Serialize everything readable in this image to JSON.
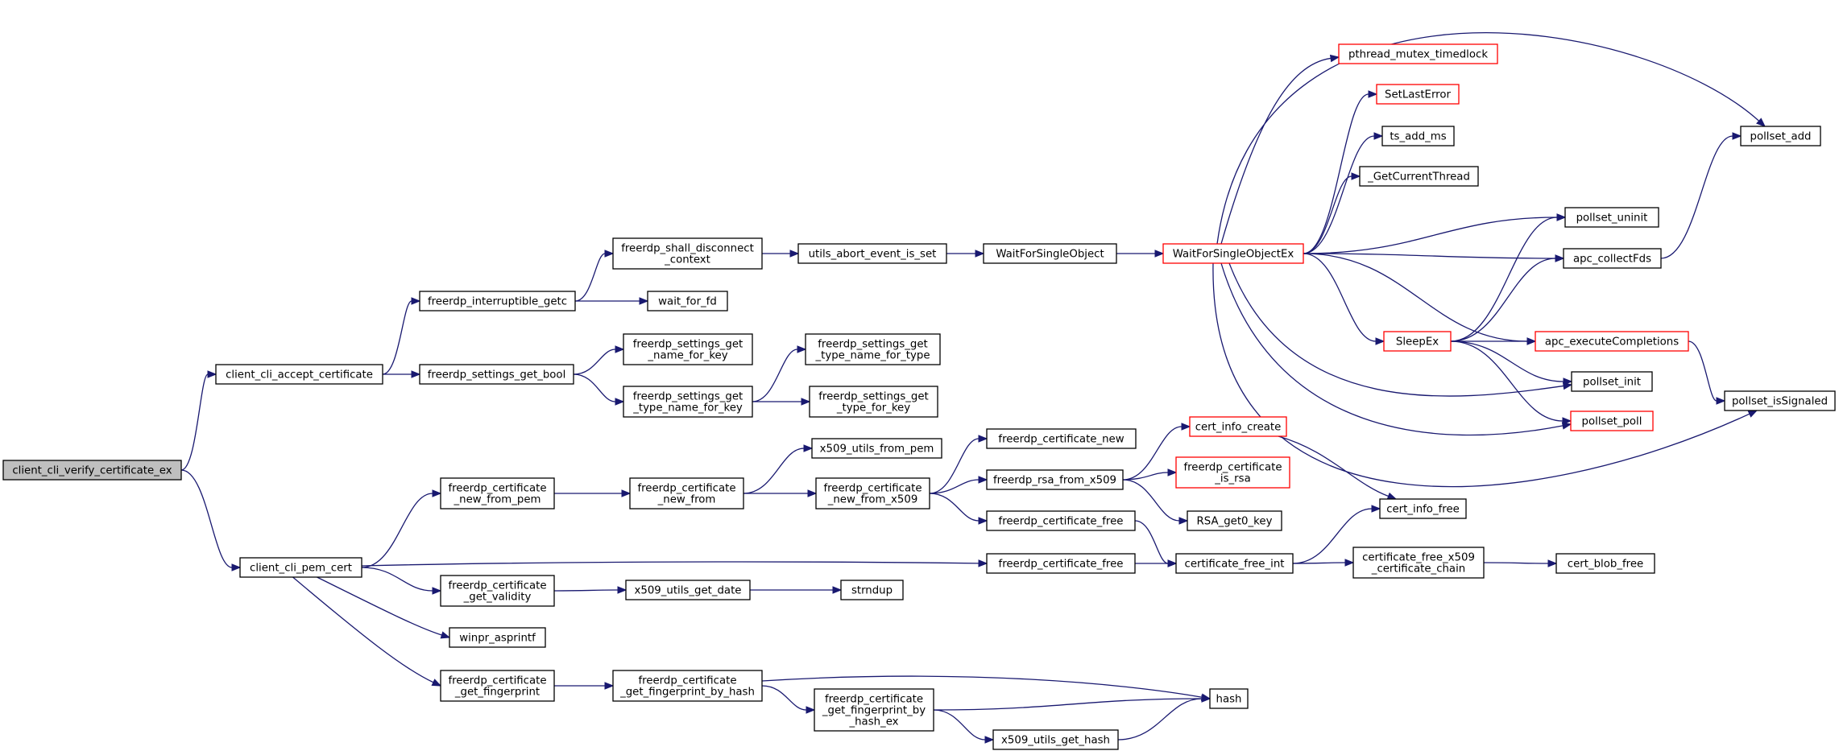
{
  "graph": {
    "title": "",
    "colors": {
      "edge": "#191970",
      "node_border": "#000000",
      "red_border": "#ff0000",
      "root_fill": "#bfbfbf"
    },
    "nodes": {
      "client_cli_verify_certificate_ex": {
        "label": [
          "client_cli_verify_certificate_ex"
        ],
        "style": "root"
      },
      "client_cli_accept_certificate": {
        "label": [
          "client_cli_accept_certificate"
        ]
      },
      "client_cli_pem_cert": {
        "label": [
          "client_cli_pem_cert"
        ]
      },
      "freerdp_interruptible_getc": {
        "label": [
          "freerdp_interruptible_getc"
        ]
      },
      "freerdp_settings_get_bool": {
        "label": [
          "freerdp_settings_get_bool"
        ]
      },
      "freerdp_shall_disconnect_context": {
        "label": [
          "freerdp_shall_disconnect",
          "_context"
        ]
      },
      "wait_for_fd": {
        "label": [
          "wait_for_fd"
        ]
      },
      "utils_abort_event_is_set": {
        "label": [
          "utils_abort_event_is_set"
        ]
      },
      "WaitForSingleObject": {
        "label": [
          "WaitForSingleObject"
        ]
      },
      "WaitForSingleObjectEx": {
        "label": [
          "WaitForSingleObjectEx"
        ],
        "style": "red"
      },
      "pthread_mutex_timedlock": {
        "label": [
          "pthread_mutex_timedlock"
        ],
        "style": "red"
      },
      "SetLastError": {
        "label": [
          "SetLastError"
        ],
        "style": "red"
      },
      "ts_add_ms": {
        "label": [
          "ts_add_ms"
        ]
      },
      "_GetCurrentThread": {
        "label": [
          "_GetCurrentThread"
        ]
      },
      "pollset_uninit": {
        "label": [
          "pollset_uninit"
        ]
      },
      "apc_collectFds": {
        "label": [
          "apc_collectFds"
        ]
      },
      "SleepEx": {
        "label": [
          "SleepEx"
        ],
        "style": "red"
      },
      "apc_executeCompletions": {
        "label": [
          "apc_executeCompletions"
        ],
        "style": "red"
      },
      "pollset_init": {
        "label": [
          "pollset_init"
        ]
      },
      "pollset_poll": {
        "label": [
          "pollset_poll"
        ],
        "style": "red"
      },
      "pollset_add": {
        "label": [
          "pollset_add"
        ]
      },
      "pollset_isSignaled": {
        "label": [
          "pollset_isSignaled"
        ]
      },
      "freerdp_settings_get_name_for_key": {
        "label": [
          "freerdp_settings_get",
          "_name_for_key"
        ]
      },
      "freerdp_settings_get_type_name_for_key": {
        "label": [
          "freerdp_settings_get",
          "_type_name_for_key"
        ]
      },
      "freerdp_settings_get_type_name_for_type": {
        "label": [
          "freerdp_settings_get",
          "_type_name_for_type"
        ]
      },
      "freerdp_settings_get_type_for_key": {
        "label": [
          "freerdp_settings_get",
          "_type_for_key"
        ]
      },
      "freerdp_certificate_new_from_pem": {
        "label": [
          "freerdp_certificate",
          "_new_from_pem"
        ]
      },
      "freerdp_certificate_new_from": {
        "label": [
          "freerdp_certificate",
          "_new_from"
        ]
      },
      "x509_utils_from_pem": {
        "label": [
          "x509_utils_from_pem"
        ]
      },
      "freerdp_certificate_new_from_x509": {
        "label": [
          "freerdp_certificate",
          "_new_from_x509"
        ]
      },
      "freerdp_certificate_new": {
        "label": [
          "freerdp_certificate_new"
        ]
      },
      "freerdp_rsa_from_x509": {
        "label": [
          "freerdp_rsa_from_x509"
        ]
      },
      "freerdp_certificate_free_a": {
        "label": [
          "freerdp_certificate_free"
        ]
      },
      "cert_info_create": {
        "label": [
          "cert_info_create"
        ],
        "style": "red"
      },
      "freerdp_certificate_is_rsa": {
        "label": [
          "freerdp_certificate",
          "_is_rsa"
        ],
        "style": "red"
      },
      "RSA_get0_key": {
        "label": [
          "RSA_get0_key"
        ]
      },
      "cert_info_free": {
        "label": [
          "cert_info_free"
        ]
      },
      "freerdp_certificate_free_b": {
        "label": [
          "freerdp_certificate_free"
        ]
      },
      "certificate_free_int": {
        "label": [
          "certificate_free_int"
        ]
      },
      "certificate_free_x509_certificate_chain": {
        "label": [
          "certificate_free_x509",
          "_certificate_chain"
        ]
      },
      "cert_blob_free": {
        "label": [
          "cert_blob_free"
        ]
      },
      "freerdp_certificate_get_validity": {
        "label": [
          "freerdp_certificate",
          "_get_validity"
        ]
      },
      "x509_utils_get_date": {
        "label": [
          "x509_utils_get_date"
        ]
      },
      "strndup": {
        "label": [
          "strndup"
        ]
      },
      "winpr_asprintf": {
        "label": [
          "winpr_asprintf"
        ]
      },
      "freerdp_certificate_get_fingerprint": {
        "label": [
          "freerdp_certificate",
          "_get_fingerprint"
        ]
      },
      "freerdp_certificate_get_fingerprint_by_hash": {
        "label": [
          "freerdp_certificate",
          "_get_fingerprint_by_hash"
        ]
      },
      "freerdp_certificate_get_fingerprint_by_hash_ex": {
        "label": [
          "freerdp_certificate",
          "_get_fingerprint_by",
          "_hash_ex"
        ]
      },
      "x509_utils_get_hash": {
        "label": [
          "x509_utils_get_hash"
        ]
      },
      "hash": {
        "label": [
          "hash"
        ]
      }
    },
    "edges": [
      [
        "client_cli_verify_certificate_ex",
        "client_cli_accept_certificate"
      ],
      [
        "client_cli_verify_certificate_ex",
        "client_cli_pem_cert"
      ],
      [
        "client_cli_accept_certificate",
        "freerdp_interruptible_getc"
      ],
      [
        "client_cli_accept_certificate",
        "freerdp_settings_get_bool"
      ],
      [
        "freerdp_interruptible_getc",
        "freerdp_shall_disconnect_context"
      ],
      [
        "freerdp_interruptible_getc",
        "wait_for_fd"
      ],
      [
        "freerdp_shall_disconnect_context",
        "utils_abort_event_is_set"
      ],
      [
        "utils_abort_event_is_set",
        "WaitForSingleObject"
      ],
      [
        "WaitForSingleObject",
        "WaitForSingleObjectEx"
      ],
      [
        "WaitForSingleObjectEx",
        "pollset_add"
      ],
      [
        "WaitForSingleObjectEx",
        "pthread_mutex_timedlock"
      ],
      [
        "WaitForSingleObjectEx",
        "SetLastError"
      ],
      [
        "WaitForSingleObjectEx",
        "ts_add_ms"
      ],
      [
        "WaitForSingleObjectEx",
        "_GetCurrentThread"
      ],
      [
        "WaitForSingleObjectEx",
        "pollset_uninit"
      ],
      [
        "WaitForSingleObjectEx",
        "apc_collectFds"
      ],
      [
        "WaitForSingleObjectEx",
        "apc_executeCompletions"
      ],
      [
        "WaitForSingleObjectEx",
        "SleepEx"
      ],
      [
        "WaitForSingleObjectEx",
        "pollset_init"
      ],
      [
        "WaitForSingleObjectEx",
        "pollset_poll"
      ],
      [
        "WaitForSingleObjectEx",
        "pollset_isSignaled"
      ],
      [
        "SleepEx",
        "pollset_uninit"
      ],
      [
        "SleepEx",
        "apc_collectFds"
      ],
      [
        "SleepEx",
        "apc_executeCompletions"
      ],
      [
        "SleepEx",
        "pollset_init"
      ],
      [
        "SleepEx",
        "pollset_poll"
      ],
      [
        "apc_collectFds",
        "pollset_add"
      ],
      [
        "apc_executeCompletions",
        "pollset_isSignaled"
      ],
      [
        "freerdp_settings_get_bool",
        "freerdp_settings_get_name_for_key"
      ],
      [
        "freerdp_settings_get_bool",
        "freerdp_settings_get_type_name_for_key"
      ],
      [
        "freerdp_settings_get_type_name_for_key",
        "freerdp_settings_get_type_name_for_type"
      ],
      [
        "freerdp_settings_get_type_name_for_key",
        "freerdp_settings_get_type_for_key"
      ],
      [
        "client_cli_pem_cert",
        "freerdp_certificate_new_from_pem"
      ],
      [
        "client_cli_pem_cert",
        "freerdp_certificate_free_b"
      ],
      [
        "client_cli_pem_cert",
        "freerdp_certificate_get_validity"
      ],
      [
        "client_cli_pem_cert",
        "winpr_asprintf"
      ],
      [
        "client_cli_pem_cert",
        "freerdp_certificate_get_fingerprint"
      ],
      [
        "freerdp_certificate_new_from_pem",
        "freerdp_certificate_new_from"
      ],
      [
        "freerdp_certificate_new_from",
        "x509_utils_from_pem"
      ],
      [
        "freerdp_certificate_new_from",
        "freerdp_certificate_new_from_x509"
      ],
      [
        "freerdp_certificate_new_from_x509",
        "freerdp_certificate_new"
      ],
      [
        "freerdp_certificate_new_from_x509",
        "freerdp_rsa_from_x509"
      ],
      [
        "freerdp_certificate_new_from_x509",
        "freerdp_certificate_free_a"
      ],
      [
        "freerdp_rsa_from_x509",
        "cert_info_create"
      ],
      [
        "freerdp_rsa_from_x509",
        "freerdp_certificate_is_rsa"
      ],
      [
        "freerdp_rsa_from_x509",
        "RSA_get0_key"
      ],
      [
        "cert_info_create",
        "cert_info_free"
      ],
      [
        "freerdp_certificate_free_a",
        "certificate_free_int"
      ],
      [
        "freerdp_certificate_free_b",
        "certificate_free_int"
      ],
      [
        "certificate_free_int",
        "cert_info_free"
      ],
      [
        "certificate_free_int",
        "certificate_free_x509_certificate_chain"
      ],
      [
        "certificate_free_x509_certificate_chain",
        "cert_blob_free"
      ],
      [
        "freerdp_certificate_get_validity",
        "x509_utils_get_date"
      ],
      [
        "x509_utils_get_date",
        "strndup"
      ],
      [
        "freerdp_certificate_get_fingerprint",
        "freerdp_certificate_get_fingerprint_by_hash"
      ],
      [
        "freerdp_certificate_get_fingerprint_by_hash",
        "hash"
      ],
      [
        "freerdp_certificate_get_fingerprint_by_hash",
        "freerdp_certificate_get_fingerprint_by_hash_ex"
      ],
      [
        "freerdp_certificate_get_fingerprint_by_hash_ex",
        "hash"
      ],
      [
        "freerdp_certificate_get_fingerprint_by_hash_ex",
        "x509_utils_get_hash"
      ],
      [
        "x509_utils_get_hash",
        "hash"
      ]
    ]
  }
}
